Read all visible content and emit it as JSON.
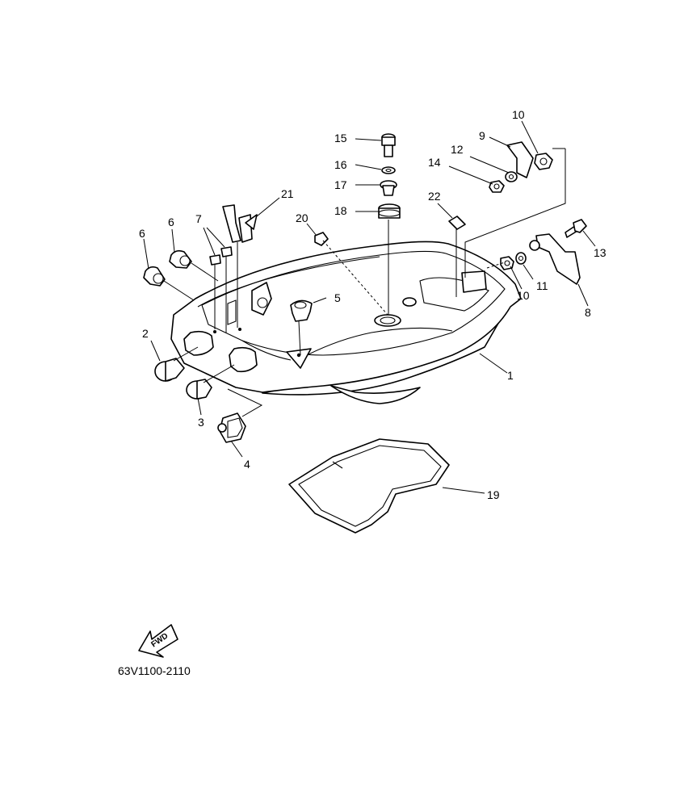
{
  "callouts": {
    "p1": "1",
    "p2": "2",
    "p3": "3",
    "p4": "4",
    "p5": "5",
    "p6a": "6",
    "p6b": "6",
    "p7": "7",
    "p8": "8",
    "p9": "9",
    "p10a": "10",
    "p10b": "10",
    "p11": "11",
    "p12": "12",
    "p13": "13",
    "p14": "14",
    "p15": "15",
    "p16": "16",
    "p17": "17",
    "p18": "18",
    "p19": "19",
    "p20": "20",
    "p21": "21",
    "p22": "22"
  },
  "fwd_label": "FWD",
  "drawing_ref": "63V1100-2110"
}
